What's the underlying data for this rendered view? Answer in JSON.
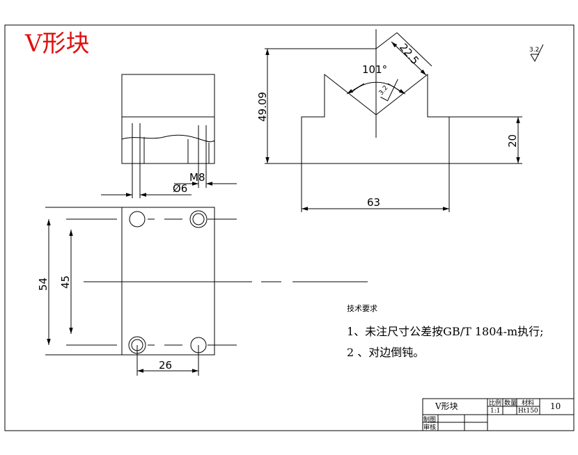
{
  "drawing_title": "V形块",
  "accent_color": "#e01010",
  "line_color": "#000000",
  "roughness_symbol": "3.2",
  "dimensions": {
    "v_depth_side": "22.5",
    "v_angle": "101°",
    "v_roughness": "3.2",
    "total_height": "49.09",
    "base_height": "20",
    "front_width": "63",
    "thread": "M8",
    "hole_diameter": "Ø6",
    "plan_length": "54",
    "plan_hole_spacing": "45",
    "plan_hole_pitch": "26"
  },
  "technical_requirements": {
    "heading": "技术要求",
    "lines": [
      "1、未注尺寸公差按GB/T 1804-m执行;",
      "2 、对边倒钝。"
    ]
  },
  "title_block": {
    "part_name": "V形块",
    "labels": {
      "scale": "比例",
      "quantity": "数量",
      "material": "材料",
      "drawn": "制图",
      "checked": "审核"
    },
    "scale_value": "1:1",
    "material_value": "Ht150",
    "sheet_number": "10"
  }
}
